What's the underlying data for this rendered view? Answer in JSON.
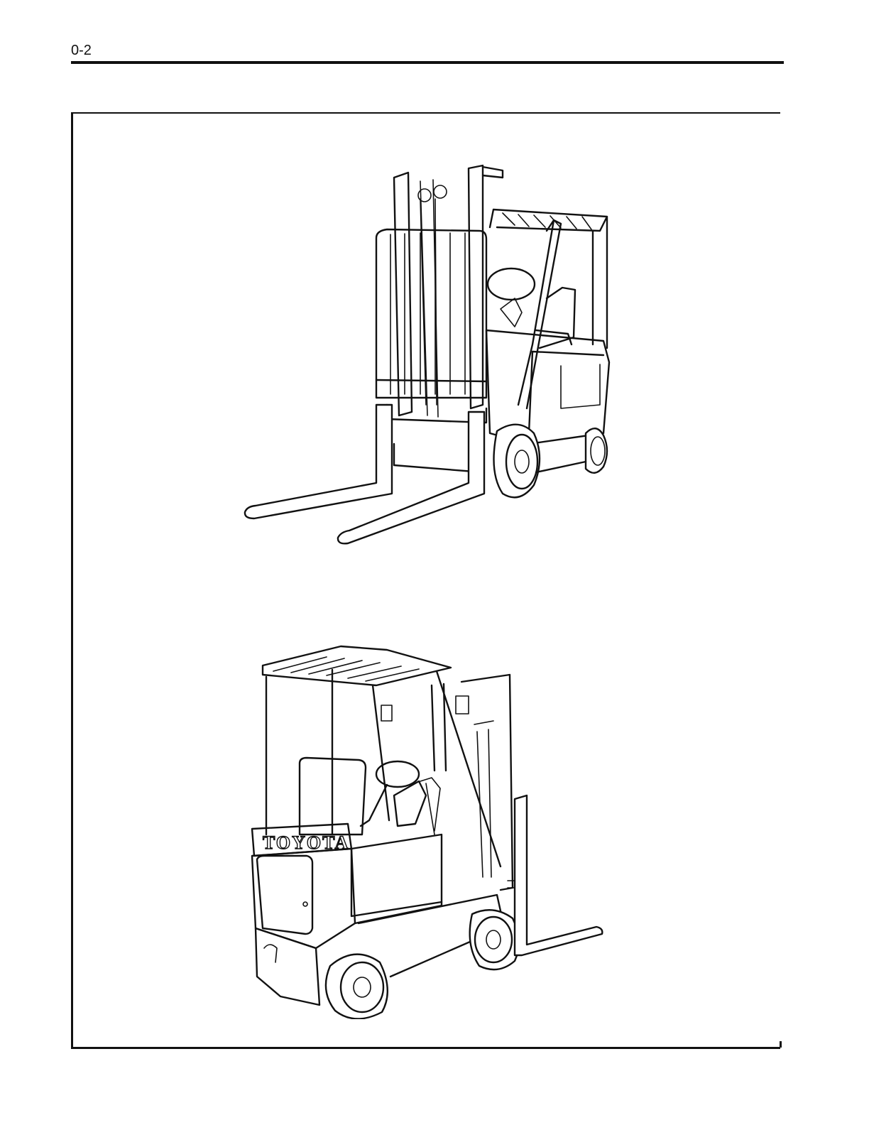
{
  "header": {
    "page_number": "0-2"
  },
  "illustrations": [
    {
      "name": "forklift-front-view"
    },
    {
      "name": "forklift-rear-view",
      "brand_lettering": "TOYOTA"
    }
  ]
}
